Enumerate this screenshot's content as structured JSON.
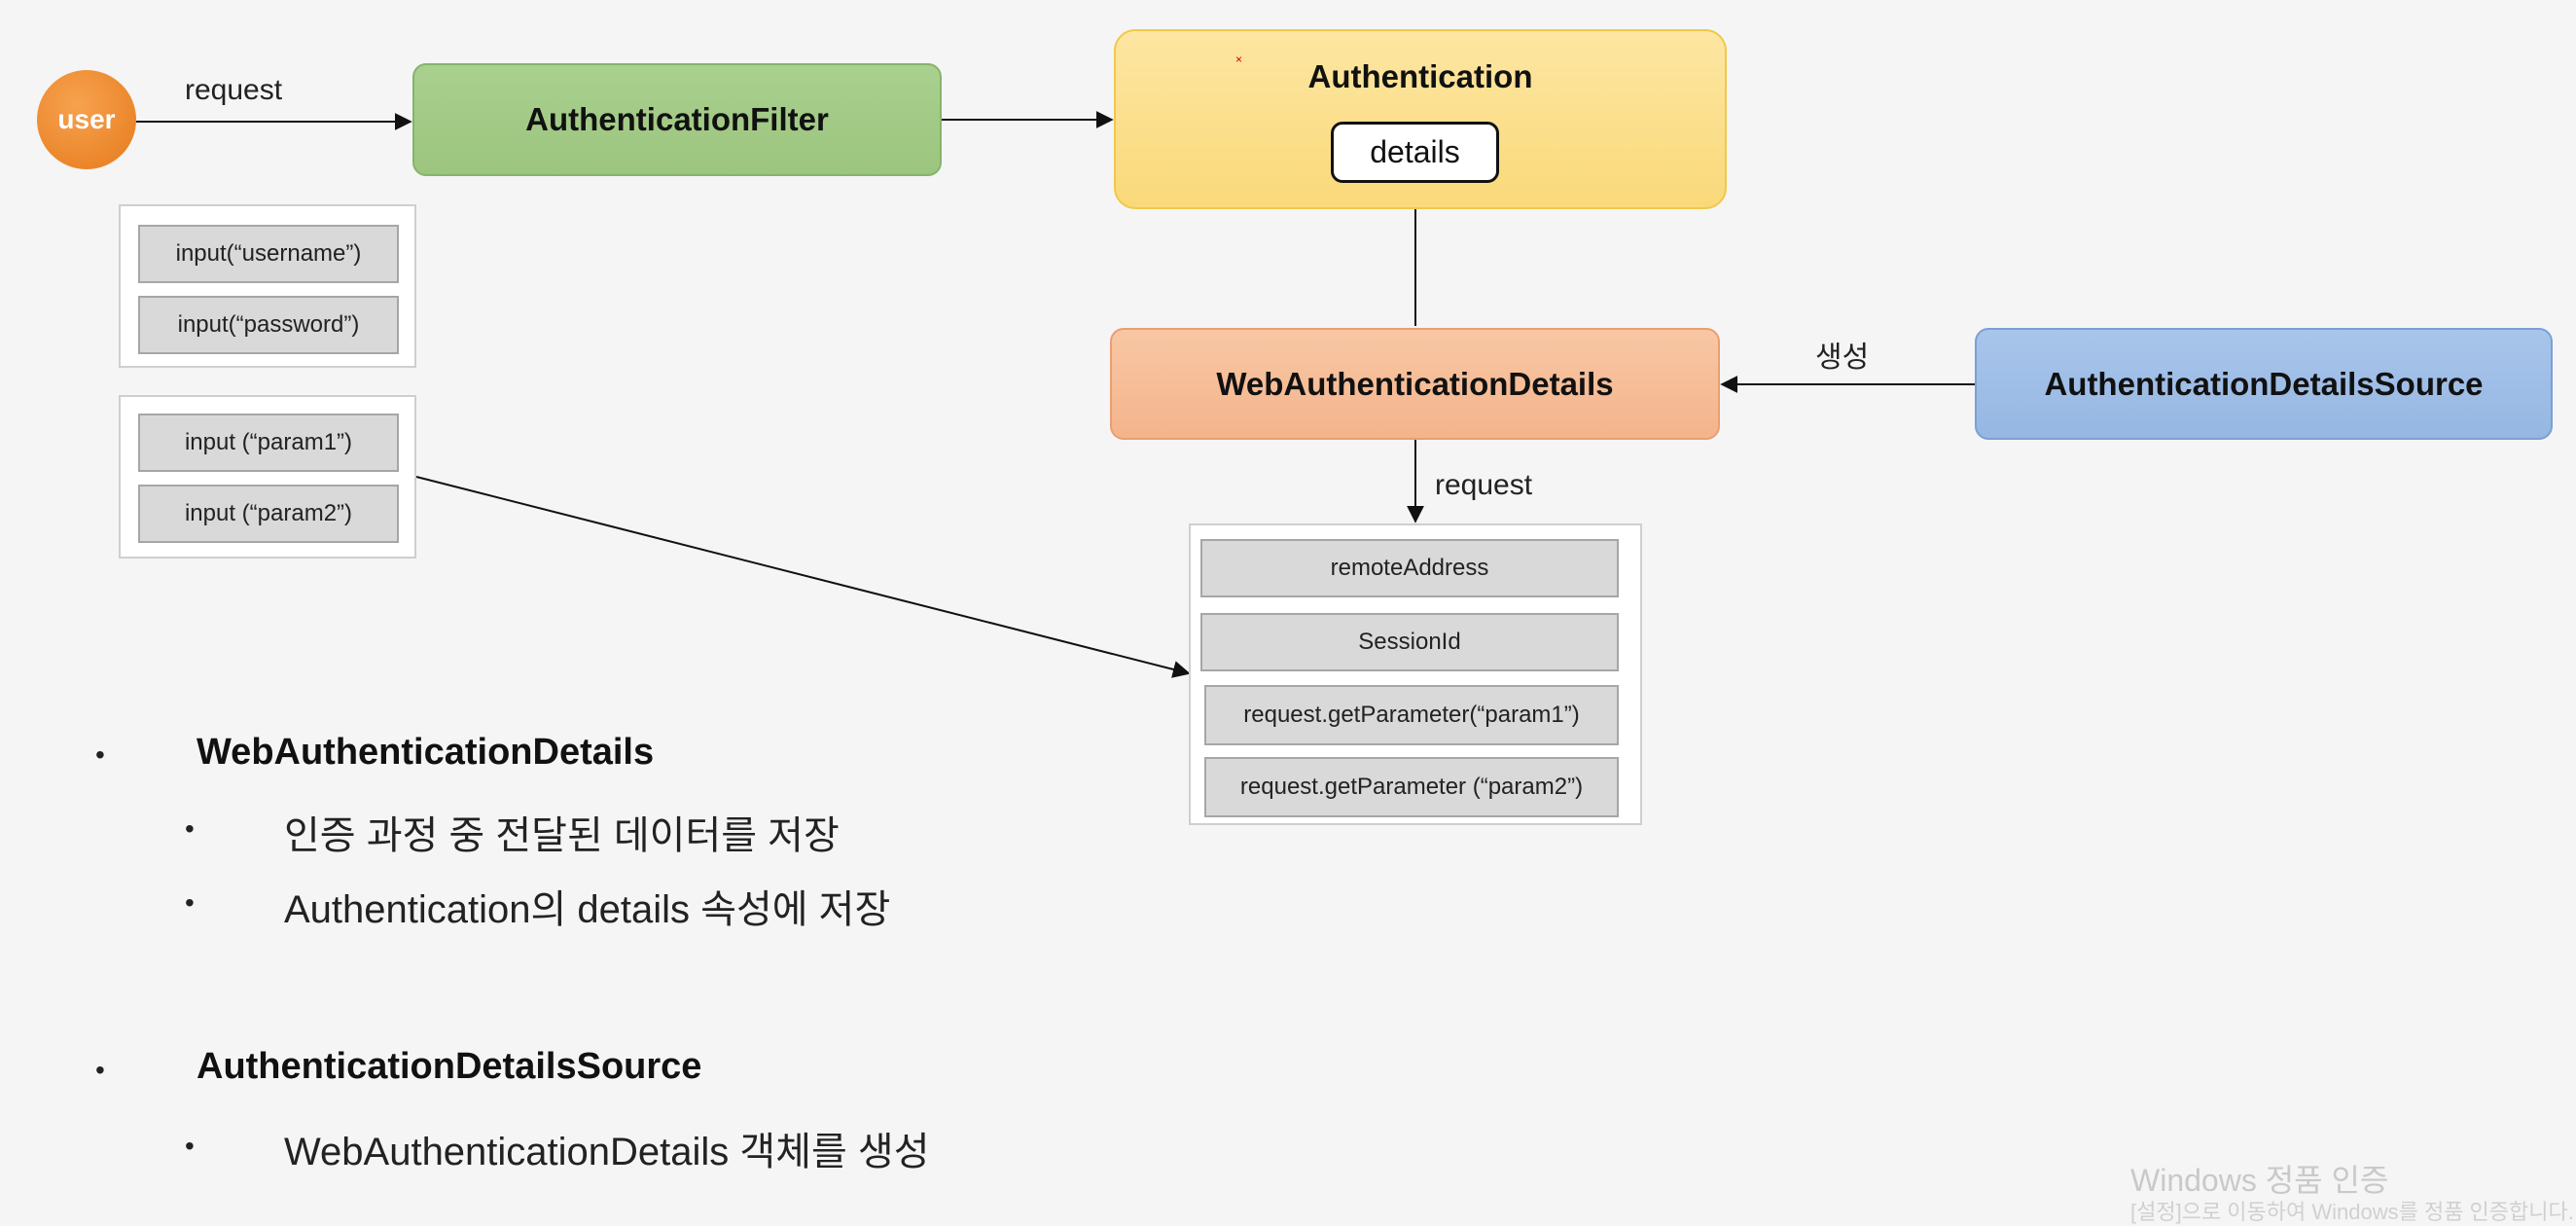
{
  "diagram": {
    "user": "user",
    "request_label": "request",
    "filter": "AuthenticationFilter",
    "authentication": "Authentication",
    "details": "details",
    "marker": "×",
    "web_details": "WebAuthenticationDetails",
    "create_label": "생성",
    "details_source": "AuthenticationDetailsSource",
    "request_label_2": "request",
    "login_inputs": [
      "input(“username”)",
      "input(“password”)"
    ],
    "param_inputs": [
      "input (“param1”)",
      "input (“param2”)"
    ],
    "stored_fields": [
      "remoteAddress",
      "SessionId",
      "request.getParameter(“param1”)",
      "request.getParameter (“param2”)"
    ]
  },
  "notes": {
    "bullet": "•",
    "sub_bullet": "•",
    "item1_title": "WebAuthenticationDetails",
    "item1_sub1": "인증 과정 중 전달된 데이터를 저장",
    "item1_sub2": "Authentication의 details 속성에 저장",
    "item2_title": "AuthenticationDetailsSource",
    "item2_sub1": "WebAuthenticationDetails 객체를 생성"
  },
  "watermark": {
    "line1": "Windows 정품 인증",
    "line2": "[설정]으로 이동하여 Windows를 정품 인증합니다."
  }
}
